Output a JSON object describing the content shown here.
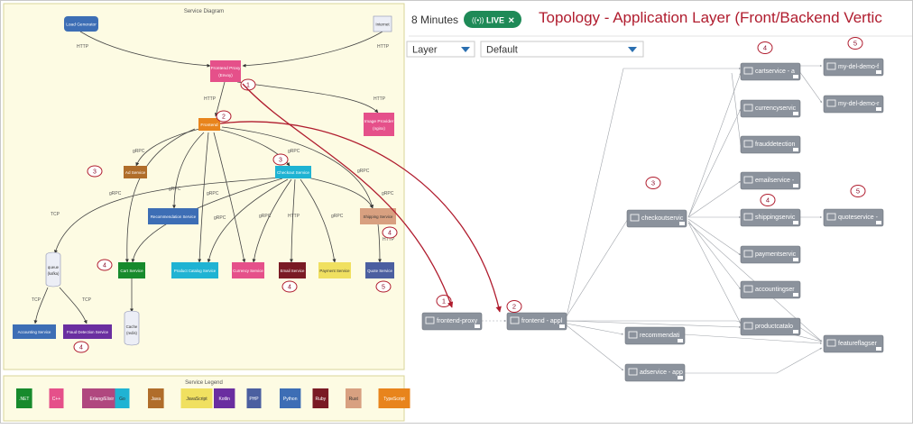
{
  "header": {
    "time_window": "8 Minutes",
    "live_label": "LIVE",
    "live_close": "✕",
    "title": "Topology - Application Layer (Front/Backend Vertic"
  },
  "controls": {
    "layer_select": "Layer",
    "view_select": "Default"
  },
  "left_diagram": {
    "title": "Service Diagram",
    "nodes": {
      "load_generator": "Load Generator",
      "internet": "Internet",
      "frontend_proxy": "Frontend Proxy",
      "frontend_proxy_sub": "(Envoy)",
      "frontend": "Frontend",
      "image_provider": "Image Provider",
      "image_provider_sub": "(nginx)",
      "ad_service": "Ad Service",
      "checkout_service": "Checkout Service",
      "recommendation_service": "Recommendation Service",
      "shipping_service": "Shipping Service",
      "queue": "queue",
      "queue_sub": "(kafka)",
      "cart_service": "Cart Service",
      "product_catalog_service": "Product Catalog Service",
      "currency_service": "Currency Service",
      "email_service": "Email Service",
      "payment_service": "Payment Service",
      "quote_service": "Quote Service",
      "cache": "Cache",
      "cache_sub": "(redis)",
      "accounting_service": "Accounting Service",
      "fraud_detection_service": "Fraud Detection Service"
    },
    "edge_labels": {
      "http": "HTTP",
      "grpc": "gRPC",
      "tcp": "TCP"
    },
    "badges": {
      "b1": "1",
      "b2": "2",
      "b3a": "3",
      "b3b": "3",
      "b4a": "4",
      "b4b": "4",
      "b4c": "4",
      "b4d": "4",
      "b5": "5"
    }
  },
  "legend": {
    "title": "Service Legend",
    "items": [
      {
        "label": ".NET",
        "color": "#178a2c"
      },
      {
        "label": "C++",
        "color": "#e5508a"
      },
      {
        "label": "Erlang/Elixir",
        "color": "#b0477f"
      },
      {
        "label": "Go",
        "color": "#1fb3d3"
      },
      {
        "label": "Java",
        "color": "#b06d2a"
      },
      {
        "label": "JavaScript",
        "color": "#f0e060"
      },
      {
        "label": "Kotlin",
        "color": "#6a2ea0"
      },
      {
        "label": "PHP",
        "color": "#4b5fa0"
      },
      {
        "label": "Python",
        "color": "#3d6eb5"
      },
      {
        "label": "Ruby",
        "color": "#7a1a24"
      },
      {
        "label": "Rust",
        "color": "#d8a080"
      },
      {
        "label": "TypeScript",
        "color": "#e8841c"
      }
    ]
  },
  "topology": {
    "nodes": {
      "frontend_proxy": "frontend-proxy",
      "frontend": "frontend - appl",
      "checkoutservice": "checkoutservic",
      "recommendation": "recommendati",
      "adservice": "adservice - app",
      "cartservice": "cartservice - a",
      "currencyservice": "currencyservic",
      "frauddetection": "frauddetection",
      "emailservice": "emailservice -",
      "shippingservice": "shippingservic",
      "paymentservice": "paymentservic",
      "accountingservice": "accountingser",
      "productcatalog": "productcatalo",
      "mydel_1": "my-del-demo-f",
      "mydel_2": "my-del-demo-r",
      "quoteservice": "quoteservice -",
      "featureflag": "featureflagser"
    },
    "badges": {
      "t1": "1",
      "t2": "2",
      "t3": "3",
      "t4a": "4",
      "t4b": "4",
      "t5a": "5",
      "t5b": "5"
    }
  },
  "colors": {
    "diagram_bg": "#fdfbe3",
    "accent_red": "#b01c2e",
    "live_green": "#1e8a57",
    "topo_node": "#8b929c",
    "select_arrow": "#2a6fb0"
  }
}
